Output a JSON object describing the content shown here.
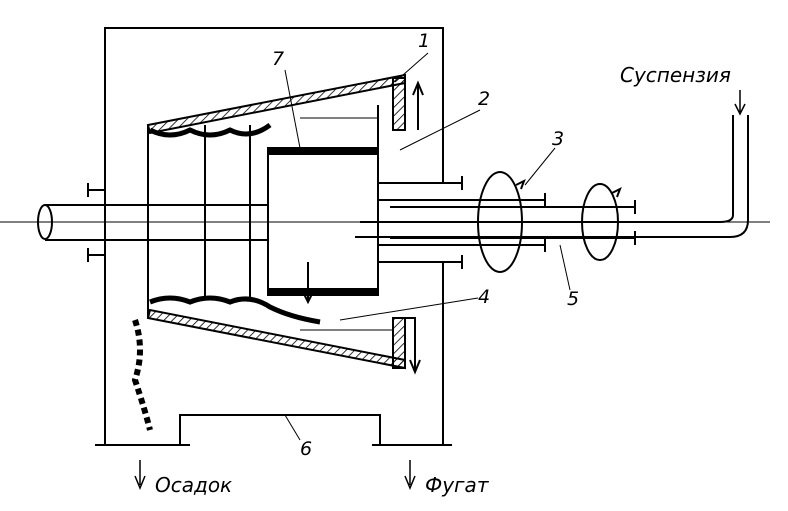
{
  "labels": {
    "n1": "1",
    "n2": "2",
    "n3": "3",
    "n4": "4",
    "n5": "5",
    "n6": "6",
    "n7": "7",
    "feed": "Суспензия",
    "sediment": "Осадок",
    "centrate": "Фугат"
  },
  "colors": {
    "ink": "#000000",
    "background": "#ffffff"
  }
}
